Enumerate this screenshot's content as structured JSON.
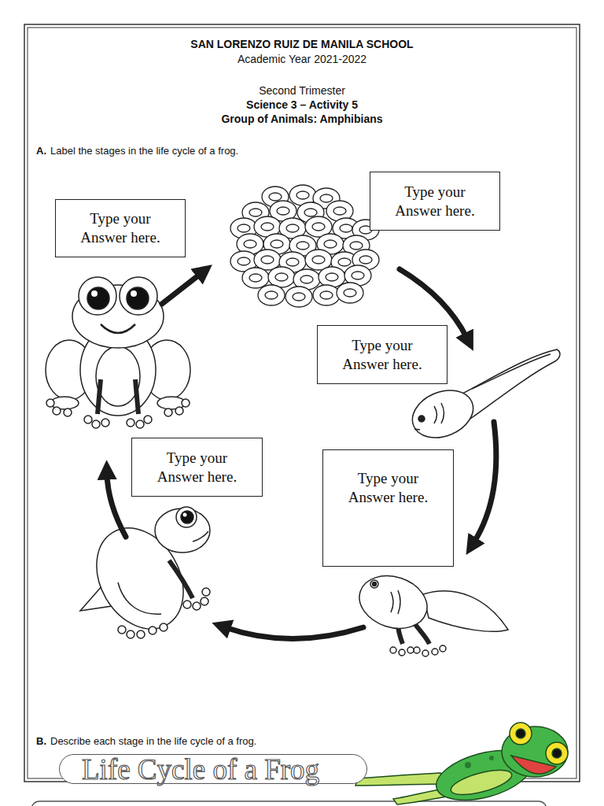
{
  "diagram": {
    "title": "SAN LORENZO RUIZ DE MANILA SCHOOL",
    "nodes": [
      {
        "text": [
          "Type your Answer here."
        ]
      },
      {
        "text": [
          "Type your Answer here."
        ]
      },
      {
        "text": [
          "Type your Answer here."
        ]
      },
      {
        "text": [
          "Type your Answer here."
        ]
      },
      {
        "text": [
          "Type your Answer here."
        ]
      },
      {
        "text": [
          "Life Cycle of a Frog"
        ]
      }
    ],
    "labels": [
      "Academic Year 2021-2022",
      "Second Trimester",
      "Science 3 – Activity 5",
      "Group of Animals: Amphibians",
      "A.",
      "Label the stages in the life cycle of a frog.",
      "B.",
      "Describe each stage in the life cycle of a frog."
    ]
  }
}
